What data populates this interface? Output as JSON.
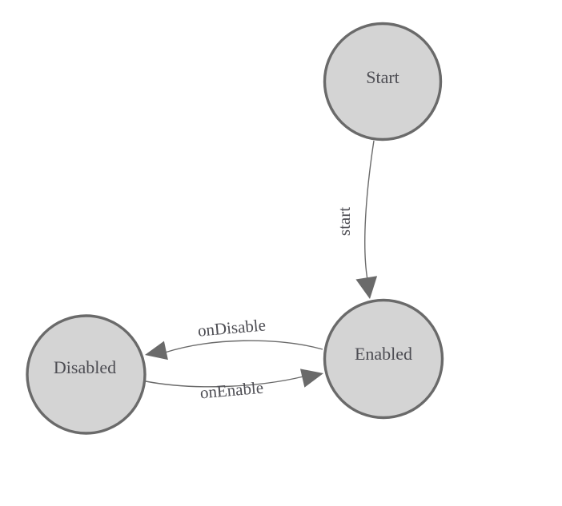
{
  "diagram": {
    "type": "state-machine-graph",
    "background_color": "#ffffff",
    "node_fill_color": "#d4d4d4",
    "node_stroke_color": "#6a6a6a",
    "edge_color": "#6a6a6a",
    "label_color": "#4d4d53",
    "nodes": [
      {
        "id": "start",
        "label": "Start"
      },
      {
        "id": "enabled",
        "label": "Enabled"
      },
      {
        "id": "disabled",
        "label": "Disabled"
      }
    ],
    "edges": [
      {
        "id": "start-transition",
        "label": "start",
        "from": "Start",
        "to": "Enabled"
      },
      {
        "id": "on-disable",
        "label": "onDisable",
        "from": "Enabled",
        "to": "Disabled"
      },
      {
        "id": "on-enable",
        "label": "onEnable",
        "from": "Disabled",
        "to": "Enabled"
      }
    ]
  }
}
